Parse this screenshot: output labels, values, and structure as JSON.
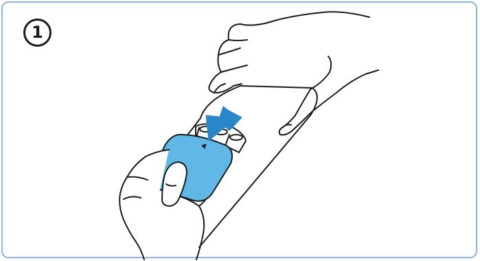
{
  "step": {
    "number": "1"
  },
  "colors": {
    "frame_border": "#8fb3d9",
    "battery_cover": "#5fb8e6",
    "arrow": "#2a86c9",
    "line_art": "#1a1a1a"
  },
  "icons": [
    "push-arrow-icon",
    "right-hand",
    "left-hand",
    "remote-body",
    "battery-cover"
  ]
}
